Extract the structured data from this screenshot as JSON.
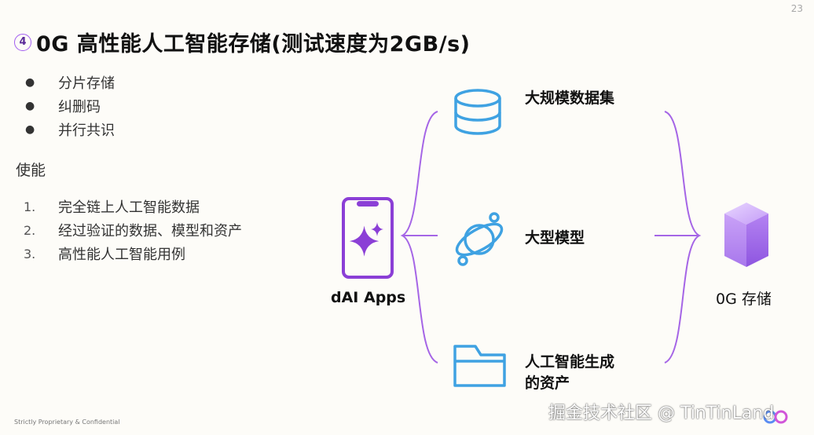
{
  "page_number": "23",
  "title": {
    "number": "4",
    "text": "0G 高性能人工智能存储(测试速度为2GB/s)"
  },
  "bullets": [
    "分片存储",
    "纠删码",
    "并行共识"
  ],
  "bullet_symbol": "●",
  "section_heading": "使能",
  "ordered_list": [
    {
      "n": "1.",
      "text": "完全链上人工智能数据"
    },
    {
      "n": "2.",
      "text": "经过验证的数据、模型和资产"
    },
    {
      "n": "3.",
      "text": "高性能人工智能用例"
    }
  ],
  "diagram": {
    "source_label": "dAI Apps",
    "middle_items": [
      {
        "label": "大规模数据集",
        "icon": "database-icon"
      },
      {
        "label": "大型模型",
        "icon": "atom-icon"
      },
      {
        "label_line1": "人工智能生成",
        "label_line2": "的资产",
        "icon": "folder-icon"
      }
    ],
    "target_label": "0G 存储",
    "colors": {
      "bracket": "#a565e6",
      "icon_blue": "#3fa2e2",
      "phone": "#8b3fd6",
      "cube": "#b787f3"
    }
  },
  "footer": "Strictly Proprietary & Confidential",
  "watermark": "掘金技术社区 @ TinTinLand"
}
